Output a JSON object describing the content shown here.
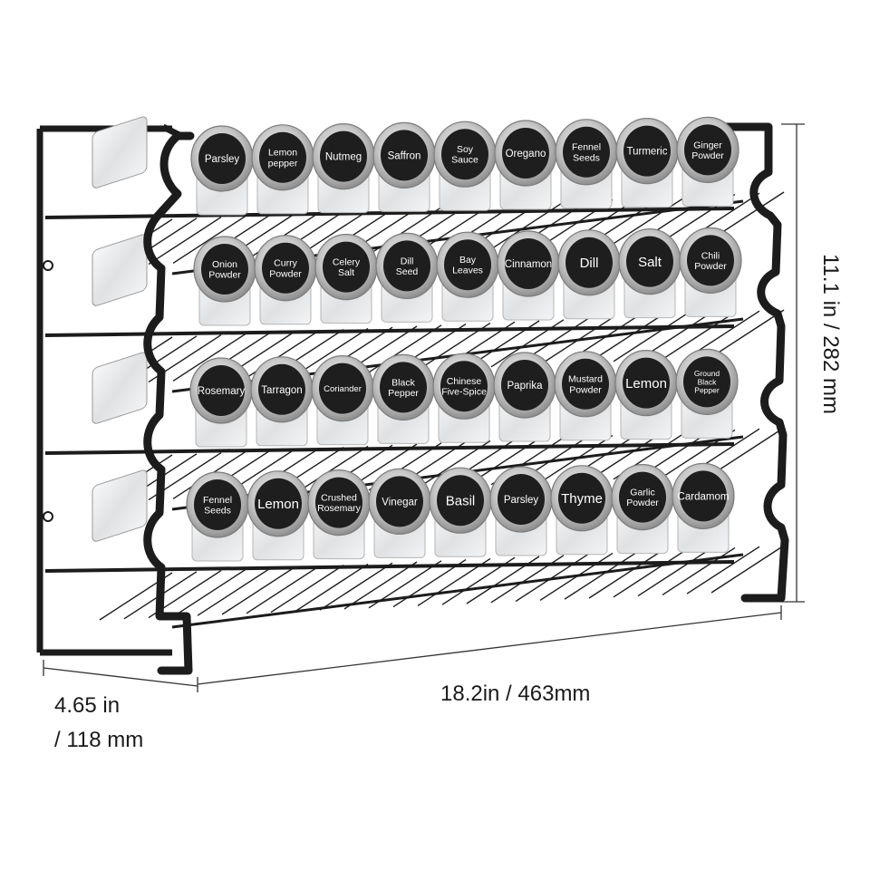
{
  "product": {
    "dimensions": {
      "width": "18.2in / 463mm",
      "depth_line1": "4.65 in",
      "depth_line2": "/ 118 mm",
      "height": "11.1 in / 282 mm"
    },
    "tiers": [
      [
        "Parsley",
        "Lemon\npepper",
        "Nutmeg",
        "Saffron",
        "Soy\nSauce",
        "Oregano",
        "Fennel\nSeeds",
        "Turmeric",
        "Ginger\nPowder"
      ],
      [
        "Onion\nPowder",
        "Curry\nPowder",
        "Celery\nSalt",
        "Dill\nSeed",
        "Bay\nLeaves",
        "Cinnamon",
        "Dill",
        "Salt",
        "Chili\nPowder"
      ],
      [
        "Rosemary",
        "Tarragon",
        "Coriander",
        "Black\nPepper",
        "Chinese\nFive-Spice",
        "Paprika",
        "Mustard\nPowder",
        "Lemon",
        "Ground\nBlack\nPepper"
      ],
      [
        "Fennel\nSeeds",
        "Lemon",
        "Crushed\nRosemary",
        "Vinegar",
        "Basil",
        "Parsley",
        "Thyme",
        "Garlic\nPowder",
        "Cardamom"
      ]
    ],
    "colors": {
      "frame": "#1c1c1c",
      "lid": "#bdbdbd",
      "label": "#1e1e1e",
      "label_text": "#ffffff",
      "glass": "#e9eaeb"
    }
  }
}
